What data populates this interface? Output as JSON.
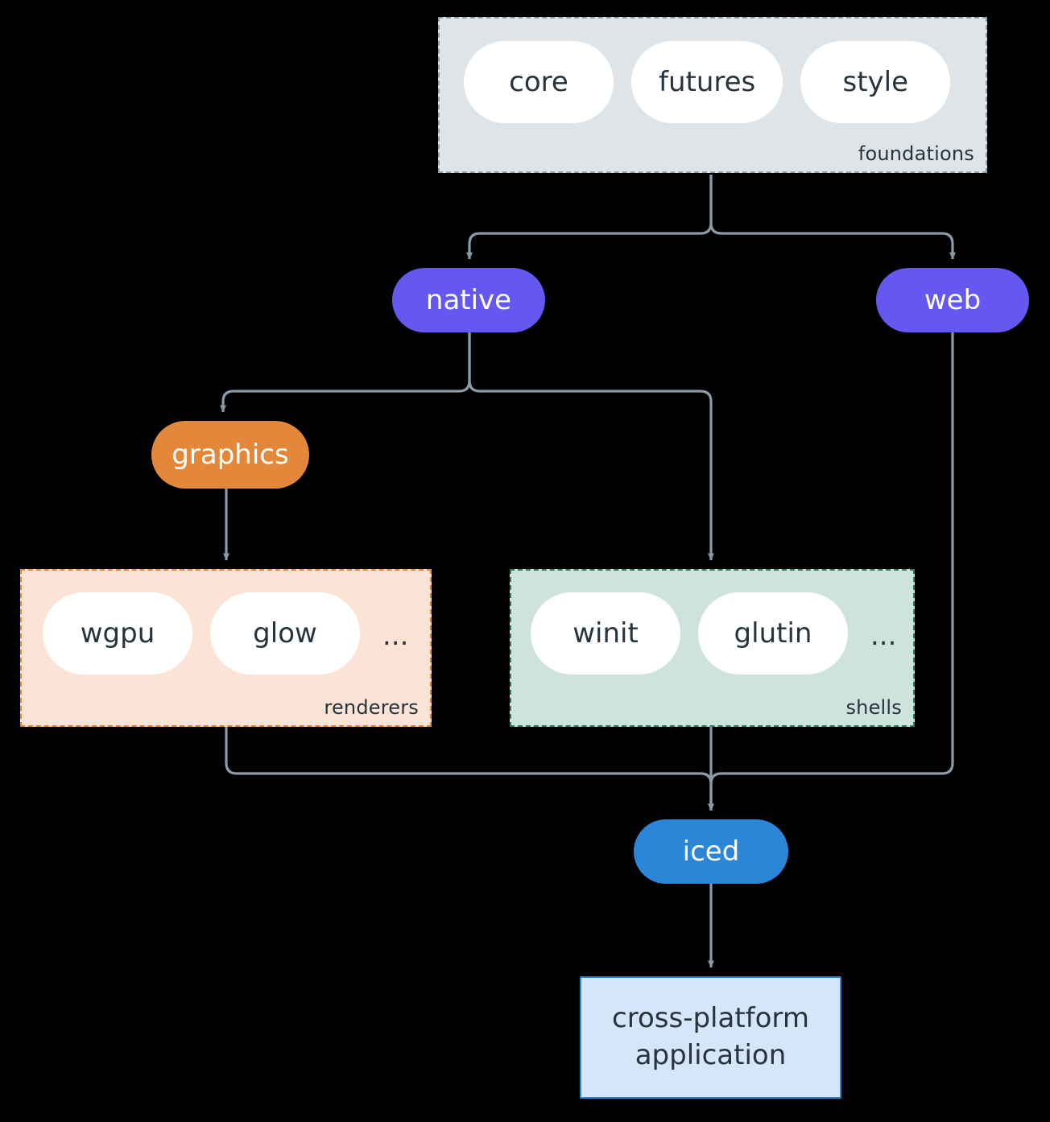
{
  "diagram": {
    "type": "architecture-flowchart",
    "background": "#000000",
    "edge_color": "#8B9BA8",
    "clusters": [
      {
        "id": "foundations",
        "label": "foundations",
        "fill": "#DFE4E8",
        "border": "#8B9BA8",
        "border_style": "dashed",
        "items": [
          "core",
          "futures",
          "style"
        ]
      },
      {
        "id": "renderers",
        "label": "renderers",
        "fill": "#FBE4D5",
        "border": "#E8862E",
        "border_style": "dashed",
        "items": [
          "wgpu",
          "glow"
        ],
        "ellipsis": "..."
      },
      {
        "id": "shells",
        "label": "shells",
        "fill": "#CFE3DD",
        "border": "#2B7D6B",
        "border_style": "dashed",
        "items": [
          "winit",
          "glutin"
        ],
        "ellipsis": "..."
      }
    ],
    "nodes": [
      {
        "id": "native",
        "label": "native",
        "shape": "stadium",
        "fill": "#6458F0",
        "text_color": "#FFFFFF"
      },
      {
        "id": "web",
        "label": "web",
        "shape": "stadium",
        "fill": "#6458F0",
        "text_color": "#FFFFFF"
      },
      {
        "id": "graphics",
        "label": "graphics",
        "shape": "stadium",
        "fill": "#E3873B",
        "text_color": "#FFFFFF"
      },
      {
        "id": "iced",
        "label": "iced",
        "shape": "stadium",
        "fill": "#2C86D8",
        "text_color": "#FFFFFF"
      },
      {
        "id": "application",
        "label_line1": "cross-platform",
        "label_line2": "application",
        "shape": "rectangle",
        "fill": "#D4E6F7",
        "border": "#2C86D8",
        "text_color": "#27333D"
      }
    ],
    "edges": [
      {
        "from": "foundations",
        "to": "native",
        "arrow": true
      },
      {
        "from": "foundations",
        "to": "web",
        "arrow": true
      },
      {
        "from": "native",
        "to": "graphics",
        "arrow": true
      },
      {
        "from": "native",
        "to": "shells",
        "arrow": true
      },
      {
        "from": "graphics",
        "to": "renderers",
        "arrow": true
      },
      {
        "from": "renderers",
        "to": "iced",
        "arrow": true
      },
      {
        "from": "shells",
        "to": "iced",
        "arrow": true
      },
      {
        "from": "web",
        "to": "iced",
        "arrow": true
      },
      {
        "from": "iced",
        "to": "application",
        "arrow": true
      }
    ]
  }
}
